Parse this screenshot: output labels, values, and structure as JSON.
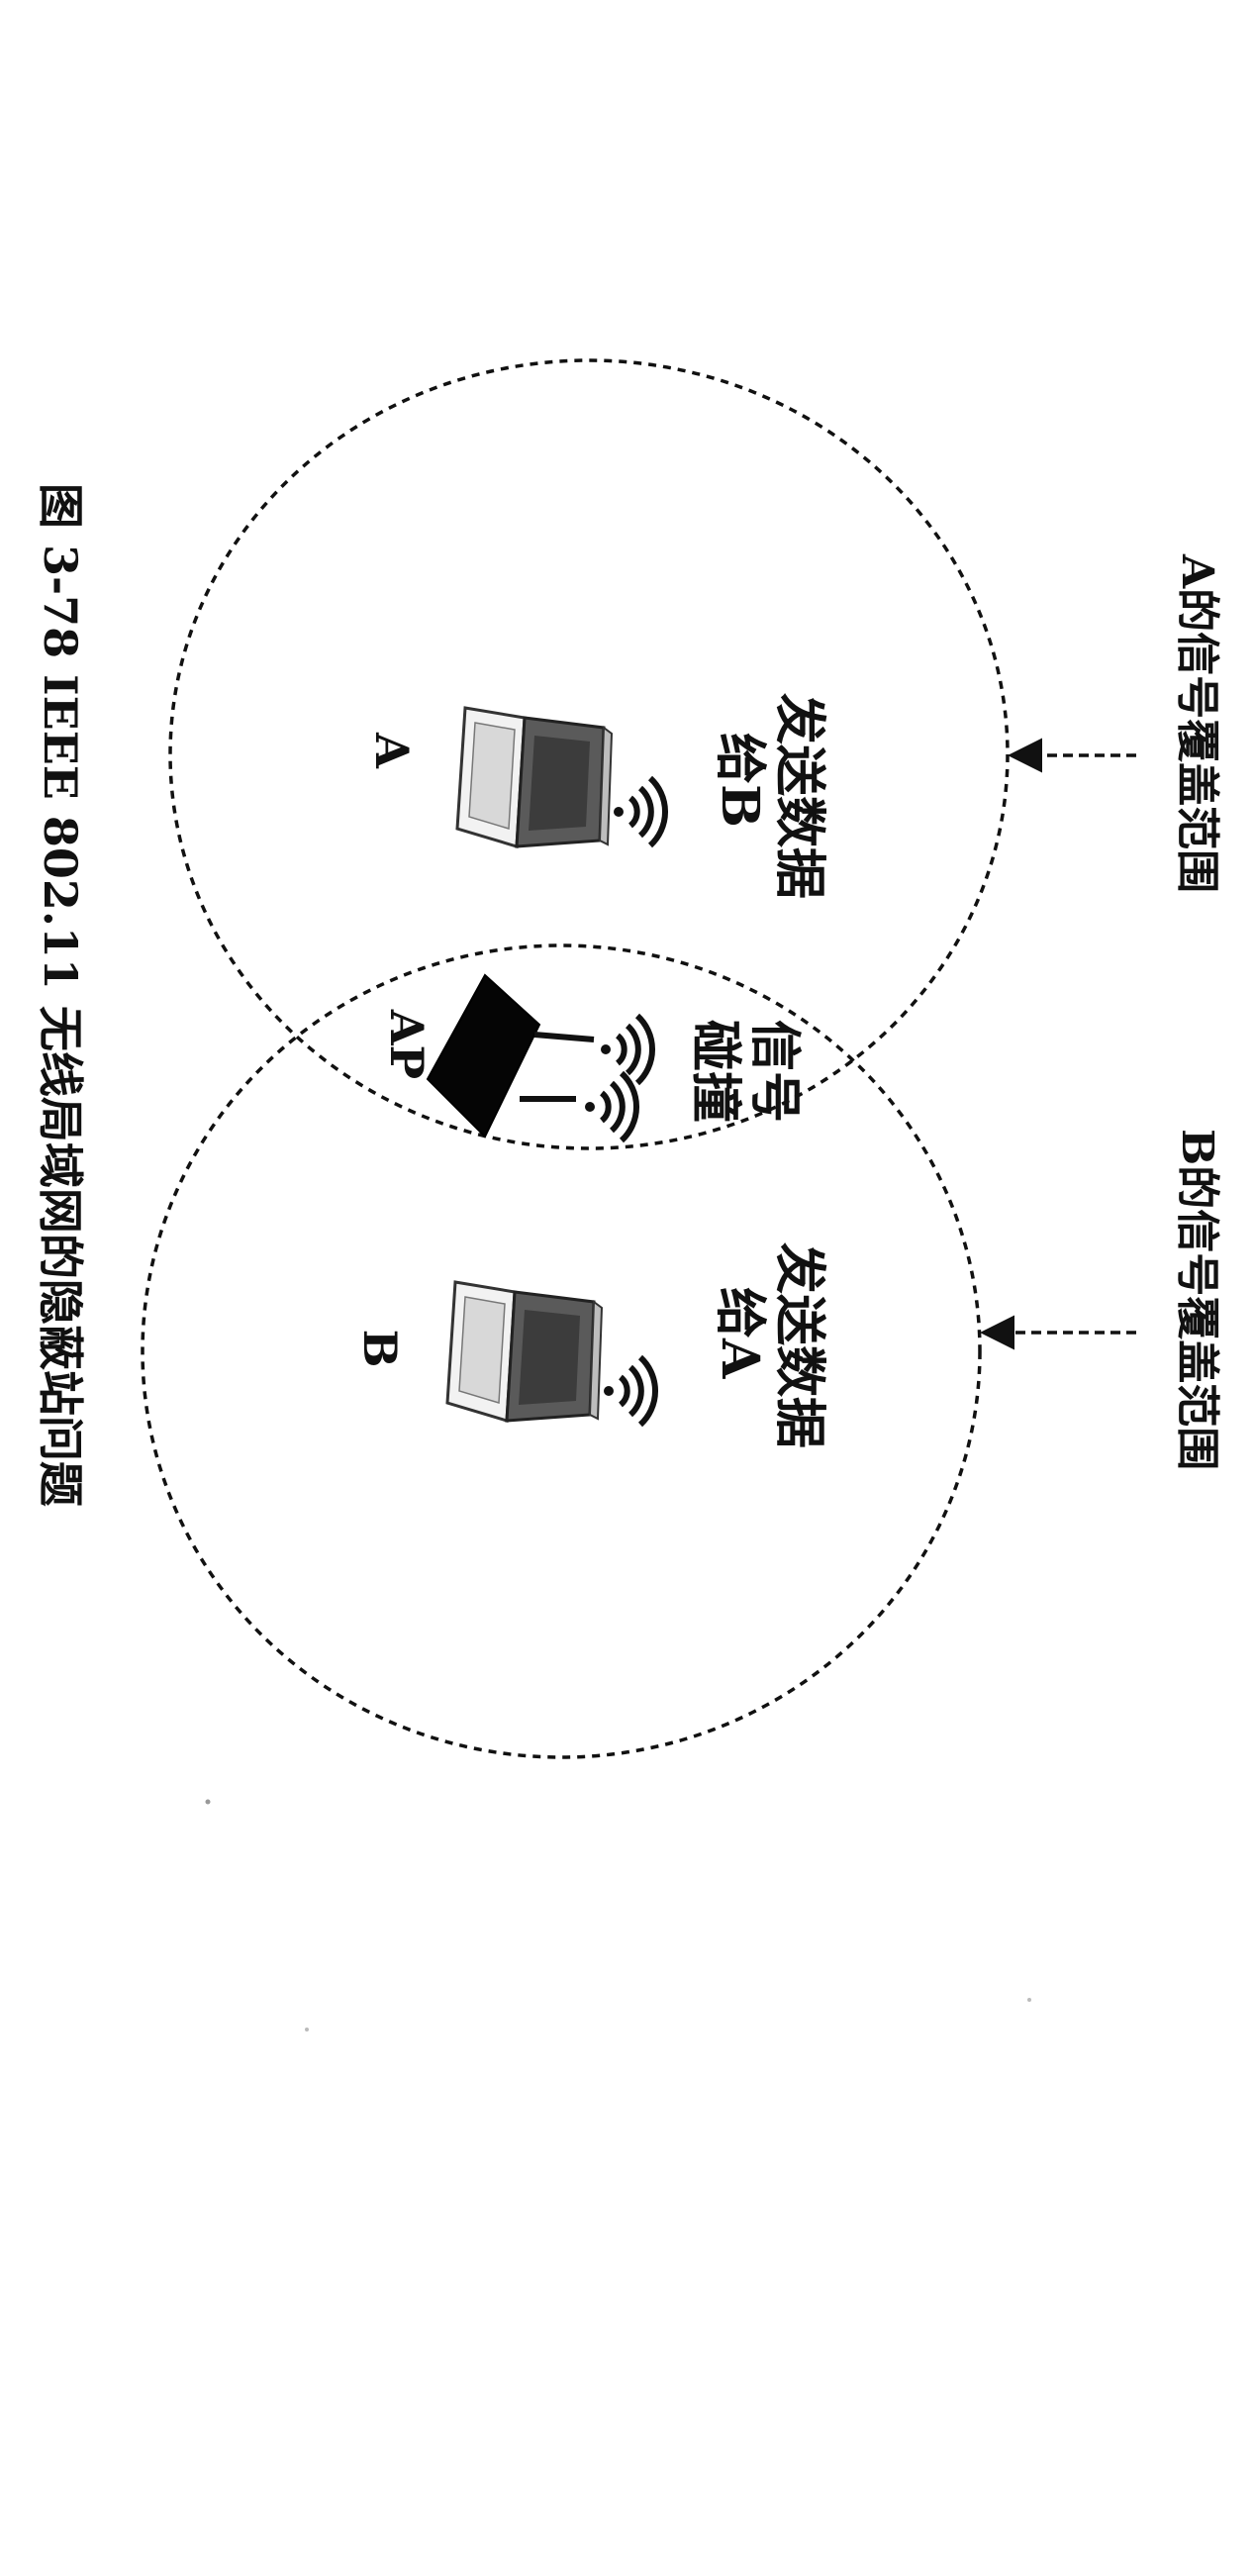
{
  "diagram": {
    "caption": "图 3-78 IEEE 802.11 无线局域网的隐蔽站问题",
    "coverage_a_label": "A的信号覆盖范围",
    "coverage_b_label": "B的信号覆盖范围",
    "node_a_label": "A",
    "node_b_label": "B",
    "ap_label": "AP",
    "a_action": {
      "line1": "发送数据",
      "line2": "给B"
    },
    "b_action": {
      "line1": "发送数据",
      "line2": "给A"
    },
    "collision": {
      "line1": "信号",
      "line2": "碰撞"
    }
  }
}
